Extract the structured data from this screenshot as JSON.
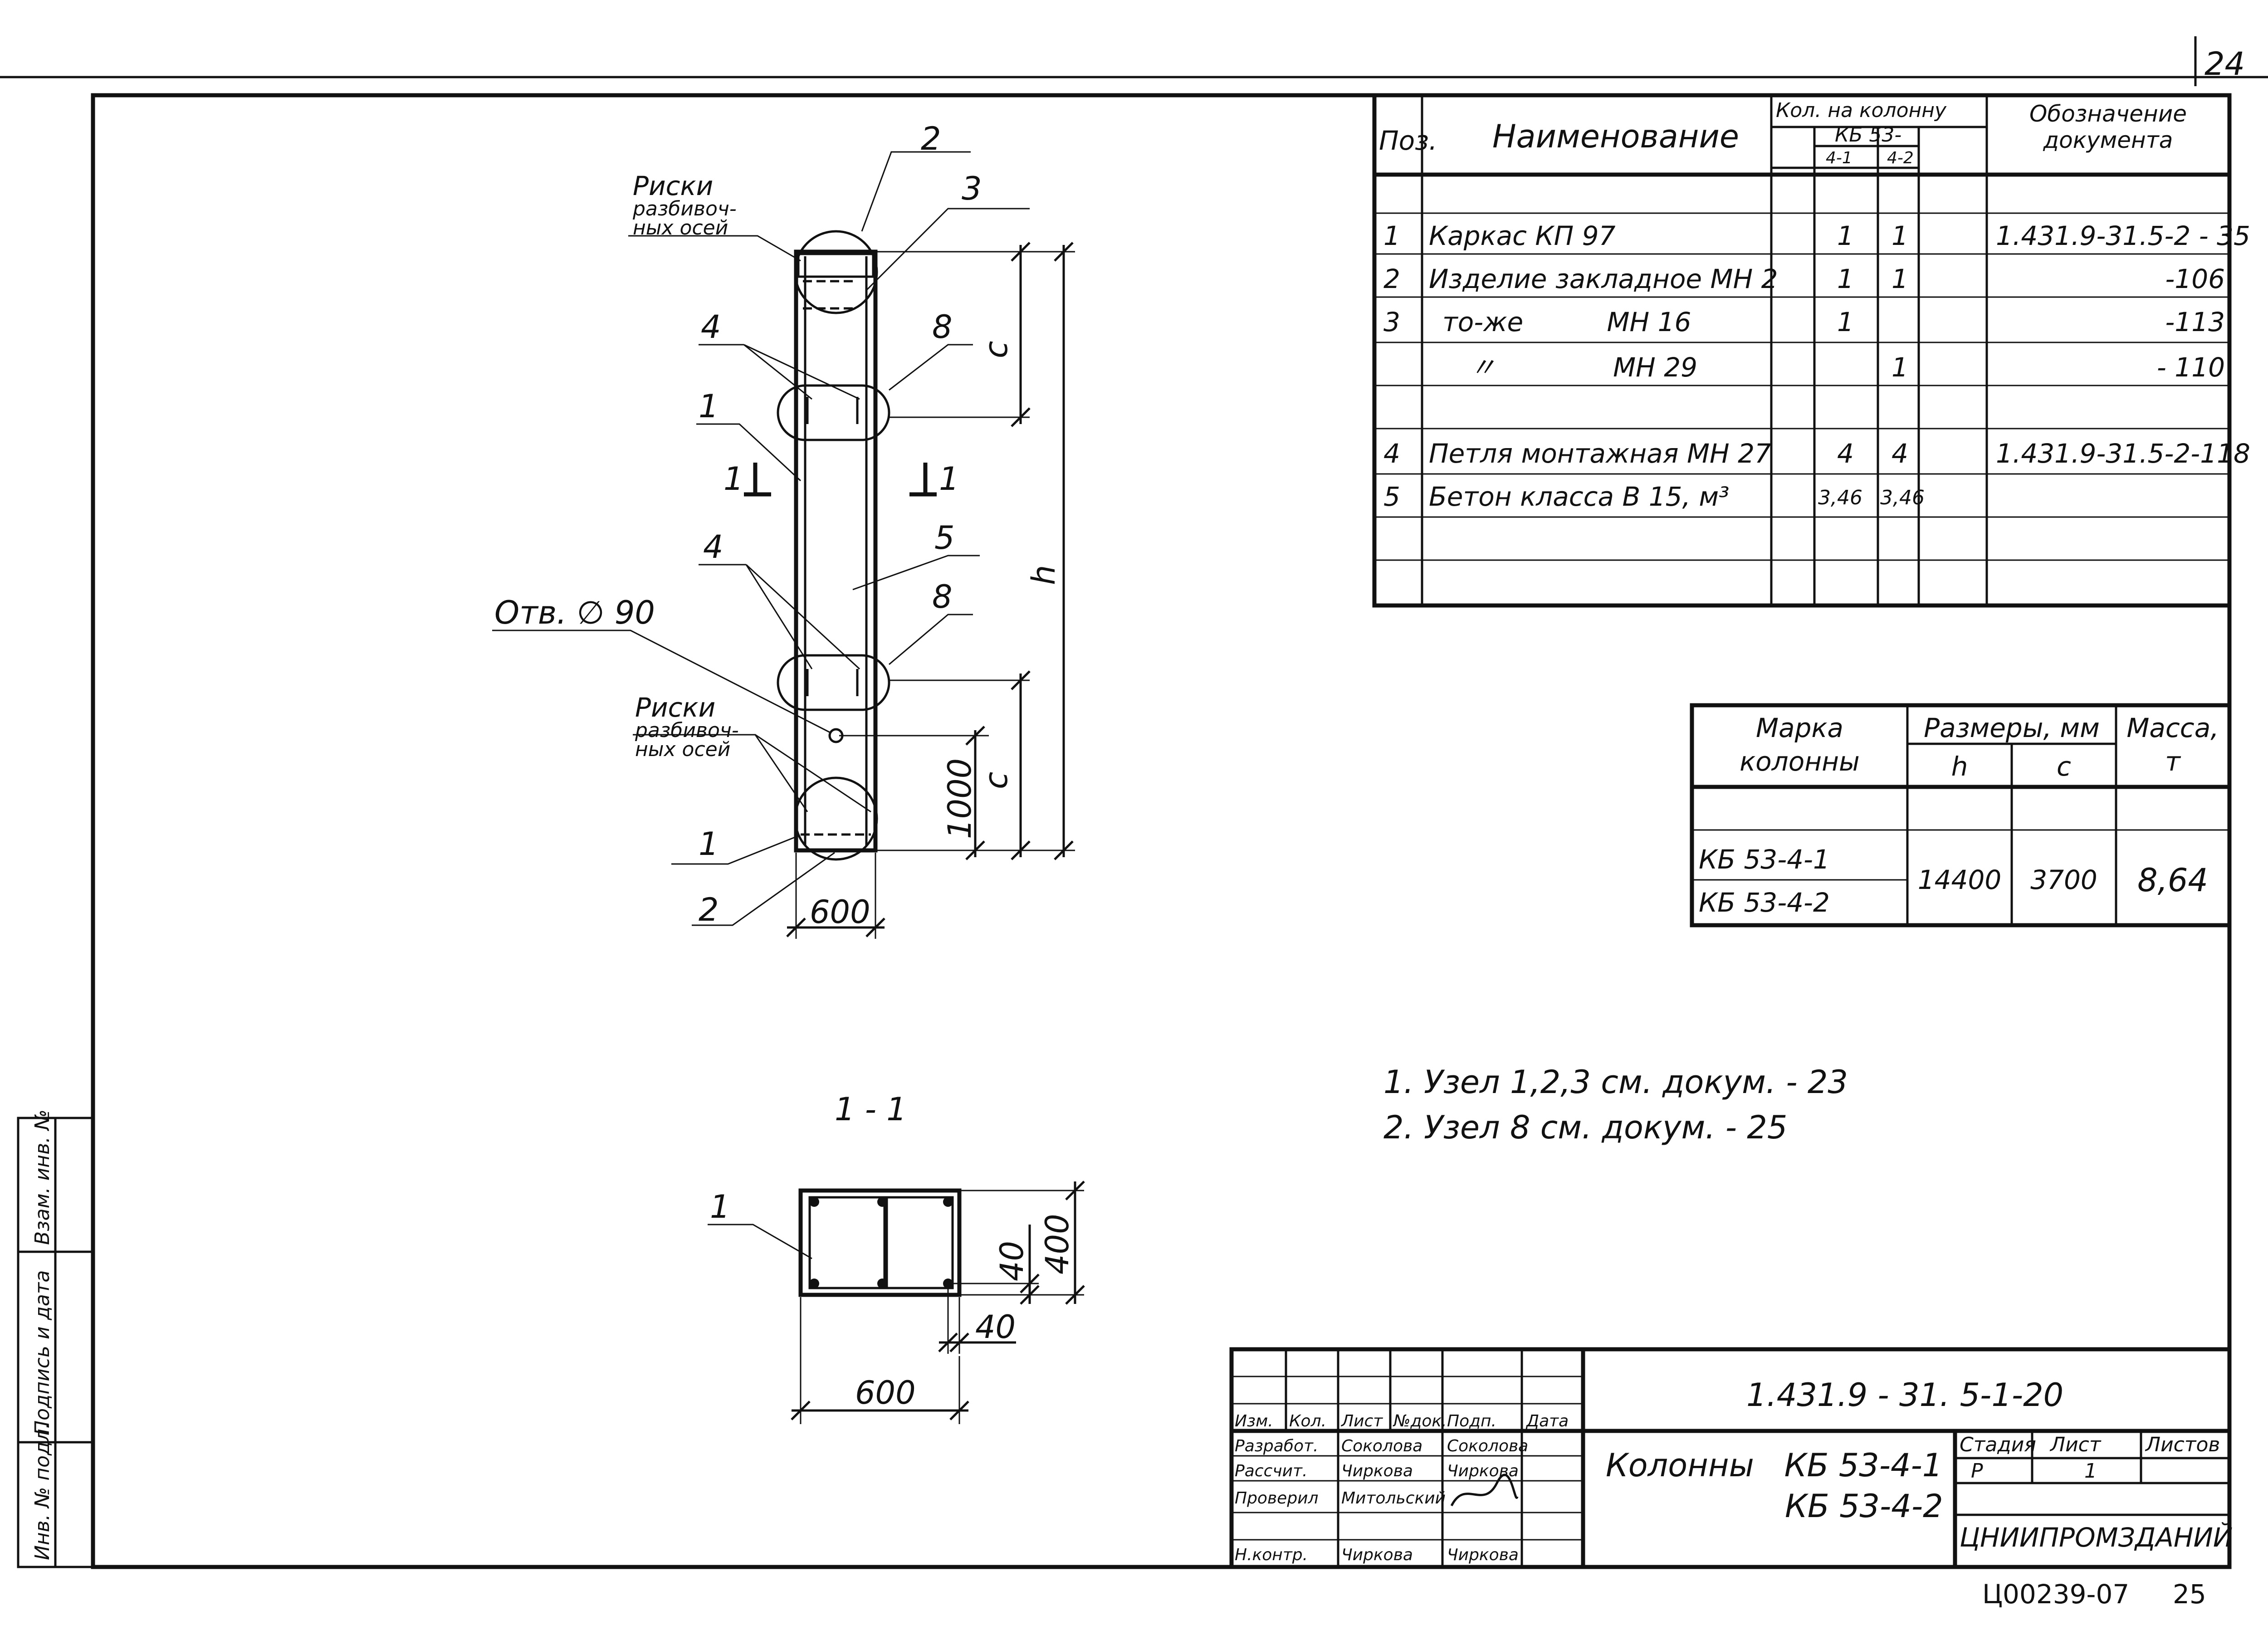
{
  "sheet_no_top": "24",
  "sheet_no_bottom": "25",
  "archive_code": "Ц00239-07",
  "spec_table": {
    "header": {
      "pos": "Поз.",
      "name": "Наименование",
      "qty_group": "Кол. на колонну",
      "qty_brand": "КБ 53-",
      "qty_sub1": "4-1",
      "qty_sub2": "4-2",
      "doc": "Обозначение документа"
    },
    "rows": [
      {
        "pos": "1",
        "name": "Каркас КП 97",
        "q1": "1",
        "q2": "1",
        "doc": "1.431.9-31.5-2 - 35"
      },
      {
        "pos": "2",
        "name": "Изделие закладное МН 2",
        "q1": "1",
        "q2": "1",
        "doc": "-106"
      },
      {
        "pos": "3",
        "name": "то-же          МН 16",
        "q1": "1",
        "q2": "",
        "doc": "-113"
      },
      {
        "pos": "",
        "name": "〃              МН 29",
        "q1": "",
        "q2": "1",
        "doc": "- 110"
      },
      {
        "pos": "4",
        "name": "Петля монтажная МН 27",
        "q1": "4",
        "q2": "4",
        "doc": "1.431.9-31.5-2-118"
      },
      {
        "pos": "5",
        "name": "Бетон класса  В 15, м³",
        "q1": "3,46",
        "q2": "3,46",
        "doc": ""
      }
    ]
  },
  "size_table": {
    "header": {
      "brand": "Марка колонны",
      "sizes": "Размеры, мм",
      "h": "h",
      "c": "c",
      "mass": "Масса, т"
    },
    "rows": [
      {
        "brand": "КБ 53-4-1"
      },
      {
        "brand": "КБ 53-4-2"
      }
    ],
    "h": "14400",
    "c": "3700",
    "mass": "8,64"
  },
  "notes": [
    "1. Узел 1,2,3 см. докум. - 23",
    "2. Узел  8  см. докум. - 25"
  ],
  "drawing": {
    "labels": {
      "marks_1": "Риски разбивоч-ных осей",
      "marks_2": "Риски разбивоч-ных осей",
      "hole": "Отв. ∅ 90",
      "section": "1 - 1",
      "cut_left": "1",
      "cut_right": "1",
      "c_top": "c",
      "c_bottom": "c",
      "h": "h",
      "d1000": "1000",
      "w600": "600",
      "s_w600": "600",
      "s_h400": "400",
      "s_40a": "40",
      "s_40b": "40"
    },
    "callouts": {
      "p2_top": "2",
      "p3": "3",
      "p4_top": "4",
      "p8_top": "8",
      "p1_mid": "1",
      "p5": "5",
      "p4_bot": "4",
      "p8_bot": "8",
      "p1_bot": "1",
      "p2_bot": "2",
      "s1": "1"
    }
  },
  "title_block": {
    "doc_code": "1.431.9 - 31. 5-1-20",
    "cols_header": [
      "Изм.",
      "Кол.",
      "Лист",
      "№док.",
      "Подп.",
      "Дата"
    ],
    "people": [
      {
        "role": "Разработ.",
        "name": "Соколова",
        "sign": "Соколова"
      },
      {
        "role": "Рассчит.",
        "name": "Чиркова",
        "sign": "Чиркова"
      },
      {
        "role": "Проверил",
        "name": "Митольский",
        "sign": ""
      },
      {
        "role": "Н.контр.",
        "name": "Чиркова",
        "sign": "Чиркова"
      }
    ],
    "title_line1": "Колонны   КБ 53-4-1",
    "title_line2": "КБ 53-4-2",
    "stage_label": "Стадия",
    "sheet_label": "Лист",
    "sheets_label": "Листов",
    "stage": "Р",
    "sheet": "1",
    "org": "ЦНИИПРОМЗДАНИЙ"
  },
  "side_stamp": [
    "Инв. № подл.",
    "Подпись и дата",
    "Взам. инв. №"
  ]
}
